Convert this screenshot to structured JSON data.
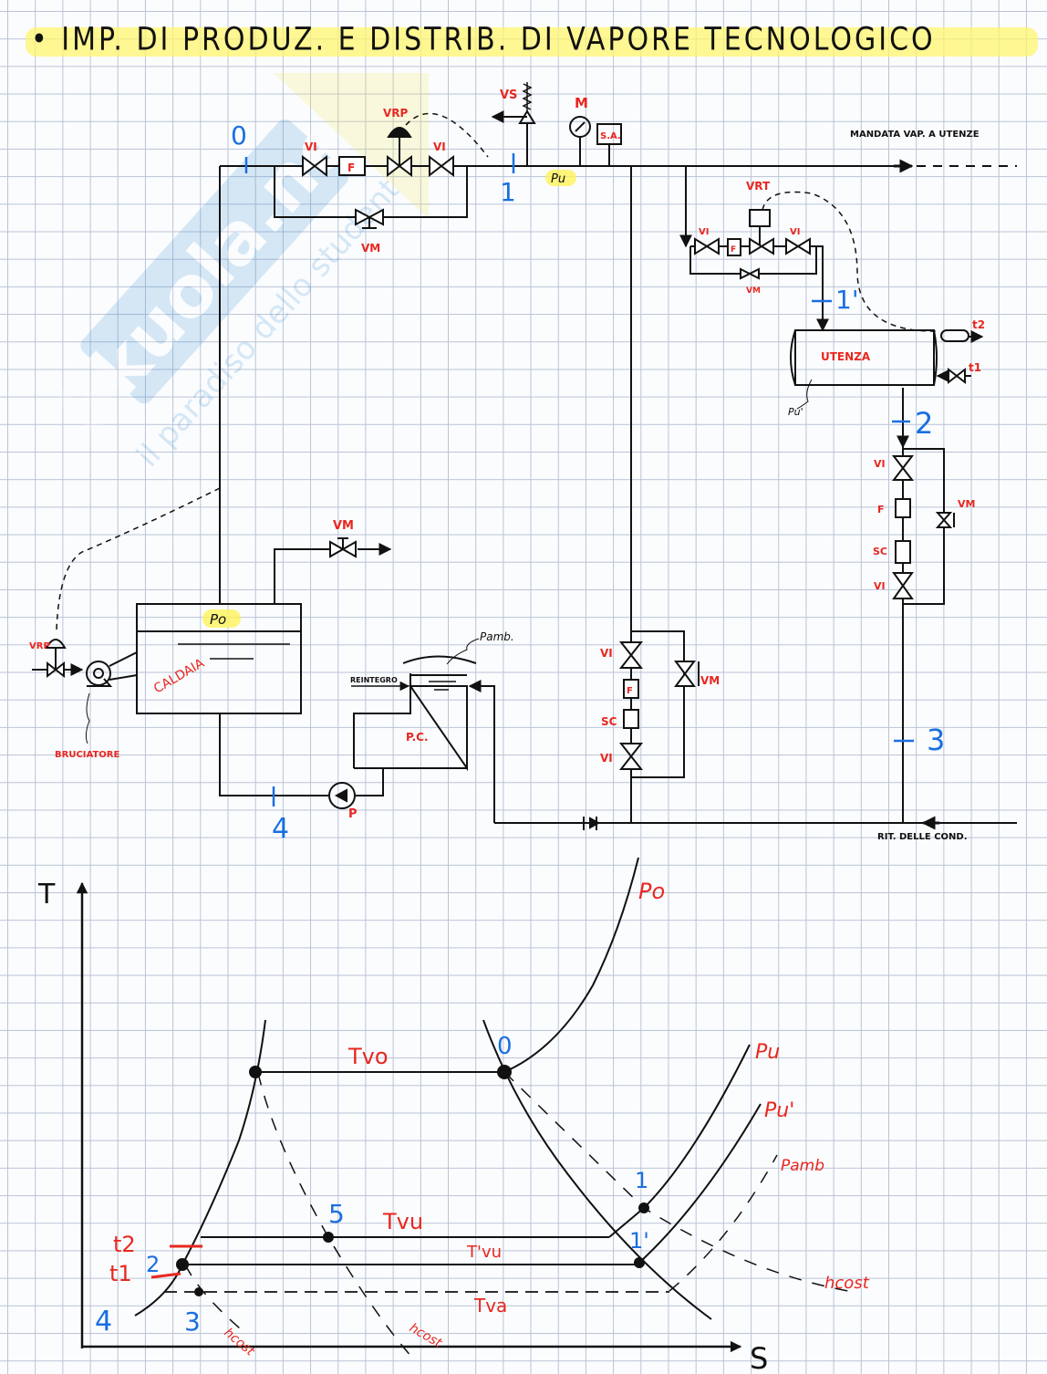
{
  "title": "• IMP. DI PRODUZ. E DISTRIB. DI VAPORE TECNOLOGICO",
  "watermark": {
    "brand": "Skuola.net",
    "tagline": "il paradiso dello studente"
  },
  "colors": {
    "ink": "#111111",
    "label_red": "#e8271f",
    "point_blue": "#1a6fe0",
    "highlight": "#fff35a",
    "grid": "#b9c4d6"
  },
  "schematic": {
    "section_points": [
      "0",
      "1",
      "1'",
      "2",
      "3",
      "4"
    ],
    "pressure_labels": {
      "p0": "Po",
      "pu": "Pu",
      "pu_prime": "Pu'",
      "pamb": "Pamb."
    },
    "components": {
      "vi": "VI",
      "f": "F",
      "vrp": "VRP",
      "vm": "VM",
      "vs": "VS",
      "m": "M",
      "sa": "S.A.",
      "vrt": "VRT",
      "sc": "SC",
      "p": "P",
      "caldaia": "CALDAIA",
      "bruciatore": "BRUCIATORE",
      "utenza": "UTENZA",
      "pc": "P.C.",
      "reintegro": "REINTEGRO",
      "t1": "t1",
      "t2": "t2"
    },
    "flow_labels": {
      "mandata": "MANDATA VAP. A UTENZE",
      "ritorno": "RIT. DELLE COND."
    }
  },
  "chart_data": {
    "type": "line",
    "title": "T-s diagram",
    "xlabel": "S",
    "ylabel": "T",
    "grid": true,
    "curves": [
      {
        "name": "saturation dome (liquid)",
        "style": "solid"
      },
      {
        "name": "saturation dome (vapour)",
        "style": "solid"
      },
      {
        "name": "Po",
        "style": "solid"
      },
      {
        "name": "Pu",
        "style": "solid"
      },
      {
        "name": "Pu'",
        "style": "solid"
      },
      {
        "name": "Pamb",
        "style": "dashed"
      },
      {
        "name": "h cost (1)",
        "style": "dashed"
      },
      {
        "name": "h cost (2)",
        "style": "dashed"
      },
      {
        "name": "h cost (3)",
        "style": "dashed"
      }
    ],
    "isotherms": [
      {
        "label": "Tvo",
        "style": "solid"
      },
      {
        "label": "Tvu",
        "style": "solid"
      },
      {
        "label": "T'vu",
        "style": "solid"
      },
      {
        "label": "Tva",
        "style": "dashed"
      }
    ],
    "points": [
      "0",
      "1",
      "1'",
      "2",
      "3",
      "4",
      "5"
    ],
    "annotations": [
      "t2",
      "t1",
      "h cost",
      "h cost",
      "h cost"
    ],
    "curve_labels": {
      "po": "Po",
      "pu": "Pu",
      "pu_prime": "Pu'",
      "pamb": "Pamb",
      "hcost": "hcost"
    },
    "isotherm_labels": {
      "tvo": "Tvo",
      "tvu": "Tvu",
      "tvu_prime": "T'vu",
      "tva": "Tva"
    },
    "point_labels": {
      "p0": "0",
      "p1": "1",
      "p1p": "1'",
      "p2": "2",
      "p3": "3",
      "p4": "4",
      "p5": "5"
    },
    "axis_labels": {
      "x": "S",
      "y": "T"
    }
  }
}
